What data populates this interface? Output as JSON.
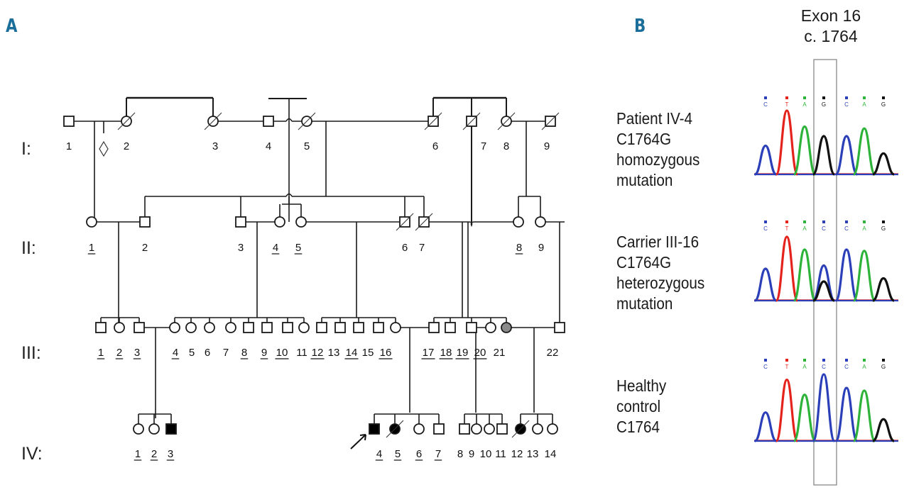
{
  "panels": {
    "a": {
      "label": "A"
    },
    "b": {
      "label": "B"
    }
  },
  "pedigree": {
    "generations": [
      {
        "label": "I:",
        "key": "I"
      },
      {
        "label": "II:",
        "key": "II"
      },
      {
        "label": "III:",
        "key": "III"
      },
      {
        "label": "IV:",
        "key": "IV"
      }
    ],
    "individuals": {
      "I": [
        {
          "id": "1",
          "sex": "male",
          "affected": false,
          "deceased": false,
          "genotyped": false
        },
        {
          "id": "",
          "sex": "unknown",
          "affected": false,
          "deceased": false,
          "genotyped": false,
          "note": "diamond"
        },
        {
          "id": "2",
          "sex": "female",
          "affected": false,
          "deceased": true,
          "genotyped": false
        },
        {
          "id": "3",
          "sex": "female",
          "affected": false,
          "deceased": true,
          "genotyped": false
        },
        {
          "id": "4",
          "sex": "male",
          "affected": false,
          "deceased": false,
          "genotyped": false
        },
        {
          "id": "5",
          "sex": "female",
          "affected": false,
          "deceased": true,
          "genotyped": false
        },
        {
          "id": "6",
          "sex": "male",
          "affected": false,
          "deceased": true,
          "genotyped": false
        },
        {
          "id": "7",
          "sex": "male",
          "affected": false,
          "deceased": true,
          "genotyped": false
        },
        {
          "id": "8",
          "sex": "female",
          "affected": false,
          "deceased": true,
          "genotyped": false
        },
        {
          "id": "9",
          "sex": "male",
          "affected": false,
          "deceased": true,
          "genotyped": false
        }
      ],
      "II": [
        {
          "id": "1",
          "sex": "female",
          "affected": false,
          "deceased": false,
          "genotyped": true
        },
        {
          "id": "2",
          "sex": "male",
          "affected": false,
          "deceased": false,
          "genotyped": false
        },
        {
          "id": "3",
          "sex": "male",
          "affected": false,
          "deceased": false,
          "genotyped": false
        },
        {
          "id": "4",
          "sex": "female",
          "affected": false,
          "deceased": false,
          "genotyped": true
        },
        {
          "id": "5",
          "sex": "female",
          "affected": false,
          "deceased": false,
          "genotyped": true
        },
        {
          "id": "6",
          "sex": "male",
          "affected": false,
          "deceased": true,
          "genotyped": false
        },
        {
          "id": "7",
          "sex": "male",
          "affected": false,
          "deceased": true,
          "genotyped": false
        },
        {
          "id": "8",
          "sex": "female",
          "affected": false,
          "deceased": false,
          "genotyped": true
        },
        {
          "id": "9",
          "sex": "female",
          "affected": false,
          "deceased": false,
          "genotyped": false
        }
      ],
      "III": [
        {
          "id": "1",
          "sex": "male",
          "affected": false,
          "deceased": false,
          "genotyped": true
        },
        {
          "id": "2",
          "sex": "female",
          "affected": false,
          "deceased": false,
          "genotyped": true
        },
        {
          "id": "3",
          "sex": "male",
          "affected": false,
          "deceased": false,
          "genotyped": true
        },
        {
          "id": "4",
          "sex": "female",
          "affected": false,
          "deceased": false,
          "genotyped": true
        },
        {
          "id": "5",
          "sex": "female",
          "affected": false,
          "deceased": false,
          "genotyped": false
        },
        {
          "id": "6",
          "sex": "female",
          "affected": false,
          "deceased": false,
          "genotyped": false
        },
        {
          "id": "7",
          "sex": "female",
          "affected": false,
          "deceased": false,
          "genotyped": false
        },
        {
          "id": "8",
          "sex": "male",
          "affected": false,
          "deceased": false,
          "genotyped": true
        },
        {
          "id": "9",
          "sex": "male",
          "affected": false,
          "deceased": false,
          "genotyped": true
        },
        {
          "id": "10",
          "sex": "male",
          "affected": false,
          "deceased": false,
          "genotyped": true
        },
        {
          "id": "11",
          "sex": "female",
          "affected": false,
          "deceased": false,
          "genotyped": false
        },
        {
          "id": "12",
          "sex": "male",
          "affected": false,
          "deceased": false,
          "genotyped": true
        },
        {
          "id": "13",
          "sex": "male",
          "affected": false,
          "deceased": false,
          "genotyped": false
        },
        {
          "id": "14",
          "sex": "male",
          "affected": false,
          "deceased": false,
          "genotyped": true
        },
        {
          "id": "15",
          "sex": "male",
          "affected": false,
          "deceased": false,
          "genotyped": false
        },
        {
          "id": "16",
          "sex": "female",
          "affected": false,
          "deceased": false,
          "genotyped": true
        },
        {
          "id": "17",
          "sex": "male",
          "affected": false,
          "deceased": false,
          "genotyped": true
        },
        {
          "id": "18",
          "sex": "male",
          "affected": false,
          "deceased": false,
          "genotyped": true
        },
        {
          "id": "19",
          "sex": "male",
          "affected": false,
          "deceased": false,
          "genotyped": true
        },
        {
          "id": "20",
          "sex": "female",
          "affected": false,
          "deceased": false,
          "genotyped": true
        },
        {
          "id": "21",
          "sex": "female",
          "affected": "partial",
          "deceased": false,
          "genotyped": false
        },
        {
          "id": "22",
          "sex": "male",
          "affected": false,
          "deceased": false,
          "genotyped": false
        }
      ],
      "IV": [
        {
          "id": "1",
          "sex": "female",
          "affected": false,
          "deceased": false,
          "genotyped": true
        },
        {
          "id": "2",
          "sex": "female",
          "affected": false,
          "deceased": false,
          "genotyped": true
        },
        {
          "id": "3",
          "sex": "male",
          "affected": true,
          "deceased": false,
          "genotyped": true
        },
        {
          "id": "4",
          "sex": "male",
          "affected": true,
          "deceased": false,
          "genotyped": true,
          "proband": true
        },
        {
          "id": "5",
          "sex": "female",
          "affected": true,
          "deceased": true,
          "genotyped": true
        },
        {
          "id": "6",
          "sex": "female",
          "affected": false,
          "deceased": false,
          "genotyped": true
        },
        {
          "id": "7",
          "sex": "male",
          "affected": false,
          "deceased": false,
          "genotyped": true
        },
        {
          "id": "8",
          "sex": "male",
          "affected": false,
          "deceased": false,
          "genotyped": false
        },
        {
          "id": "9",
          "sex": "female",
          "affected": false,
          "deceased": false,
          "genotyped": false
        },
        {
          "id": "10",
          "sex": "female",
          "affected": false,
          "deceased": false,
          "genotyped": false
        },
        {
          "id": "11",
          "sex": "male",
          "affected": false,
          "deceased": false,
          "genotyped": false
        },
        {
          "id": "12",
          "sex": "female",
          "affected": true,
          "deceased": true,
          "genotyped": false
        },
        {
          "id": "13",
          "sex": "female",
          "affected": false,
          "deceased": false,
          "genotyped": false
        },
        {
          "id": "14",
          "sex": "female",
          "affected": false,
          "deceased": false,
          "genotyped": false
        }
      ]
    }
  },
  "sequencing": {
    "exon_title": [
      "Exon 16",
      "c. 1764"
    ],
    "traces": [
      {
        "caption": [
          "Patient IV-4",
          "C1764G",
          "homozygous",
          "mutation"
        ],
        "bases": [
          "C",
          "T",
          "A",
          "G",
          "C",
          "A",
          "G"
        ],
        "peaks": [
          {
            "base": "C",
            "height": 0.45
          },
          {
            "base": "T",
            "height": 1.0
          },
          {
            "base": "A",
            "height": 0.75
          },
          {
            "base": "G",
            "height": 0.6
          },
          {
            "base": "C",
            "height": 0.6
          },
          {
            "base": "A",
            "height": 0.72
          },
          {
            "base": "G",
            "height": 0.33
          }
        ]
      },
      {
        "caption": [
          "Carrier III-16",
          "C1764G",
          "heterozygous",
          "mutation"
        ],
        "bases": [
          "C",
          "T",
          "A",
          "C",
          "C",
          "A",
          "G"
        ],
        "peaks": [
          {
            "base": "C",
            "height": 0.5
          },
          {
            "base": "T",
            "height": 1.0
          },
          {
            "base": "A",
            "height": 0.8
          },
          {
            "base": "C",
            "height": 0.55
          },
          {
            "base": "G",
            "height": 0.3,
            "overlap": true
          },
          {
            "base": "C",
            "height": 0.8
          },
          {
            "base": "A",
            "height": 0.78
          },
          {
            "base": "G",
            "height": 0.35
          }
        ]
      },
      {
        "caption": [
          "Healthy",
          "control",
          "C1764"
        ],
        "bases": [
          "C",
          "T",
          "A",
          "C",
          "C",
          "A",
          "G"
        ],
        "peaks": [
          {
            "base": "C",
            "height": 0.42
          },
          {
            "base": "T",
            "height": 0.9
          },
          {
            "base": "A",
            "height": 0.68
          },
          {
            "base": "C",
            "height": 0.98
          },
          {
            "base": "C",
            "height": 0.78
          },
          {
            "base": "A",
            "height": 0.74
          },
          {
            "base": "G",
            "height": 0.32
          }
        ]
      }
    ],
    "base_colors": {
      "C": "#2b3fb8",
      "T": "#e5231d",
      "A": "#2eb33a",
      "G": "#111111"
    }
  }
}
